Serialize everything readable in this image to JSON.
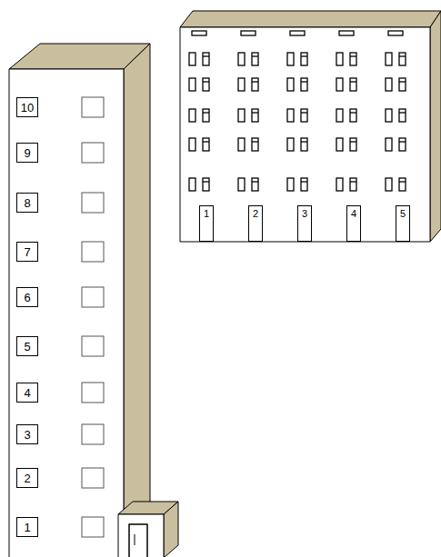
{
  "diagram": {
    "nodes": [
      {
        "text": [
          "10"
        ]
      },
      {
        "text": [
          "9"
        ]
      },
      {
        "text": [
          "8"
        ]
      },
      {
        "text": [
          "7"
        ]
      },
      {
        "text": [
          "6"
        ]
      },
      {
        "text": [
          "5"
        ]
      },
      {
        "text": [
          "4"
        ]
      },
      {
        "text": [
          "3"
        ]
      },
      {
        "text": [
          "2"
        ]
      },
      {
        "text": [
          "1"
        ]
      },
      {
        "text": [
          "1"
        ]
      },
      {
        "text": [
          "2"
        ]
      },
      {
        "text": [
          "3"
        ]
      },
      {
        "text": [
          "4"
        ]
      },
      {
        "text": [
          "5"
        ]
      }
    ]
  }
}
